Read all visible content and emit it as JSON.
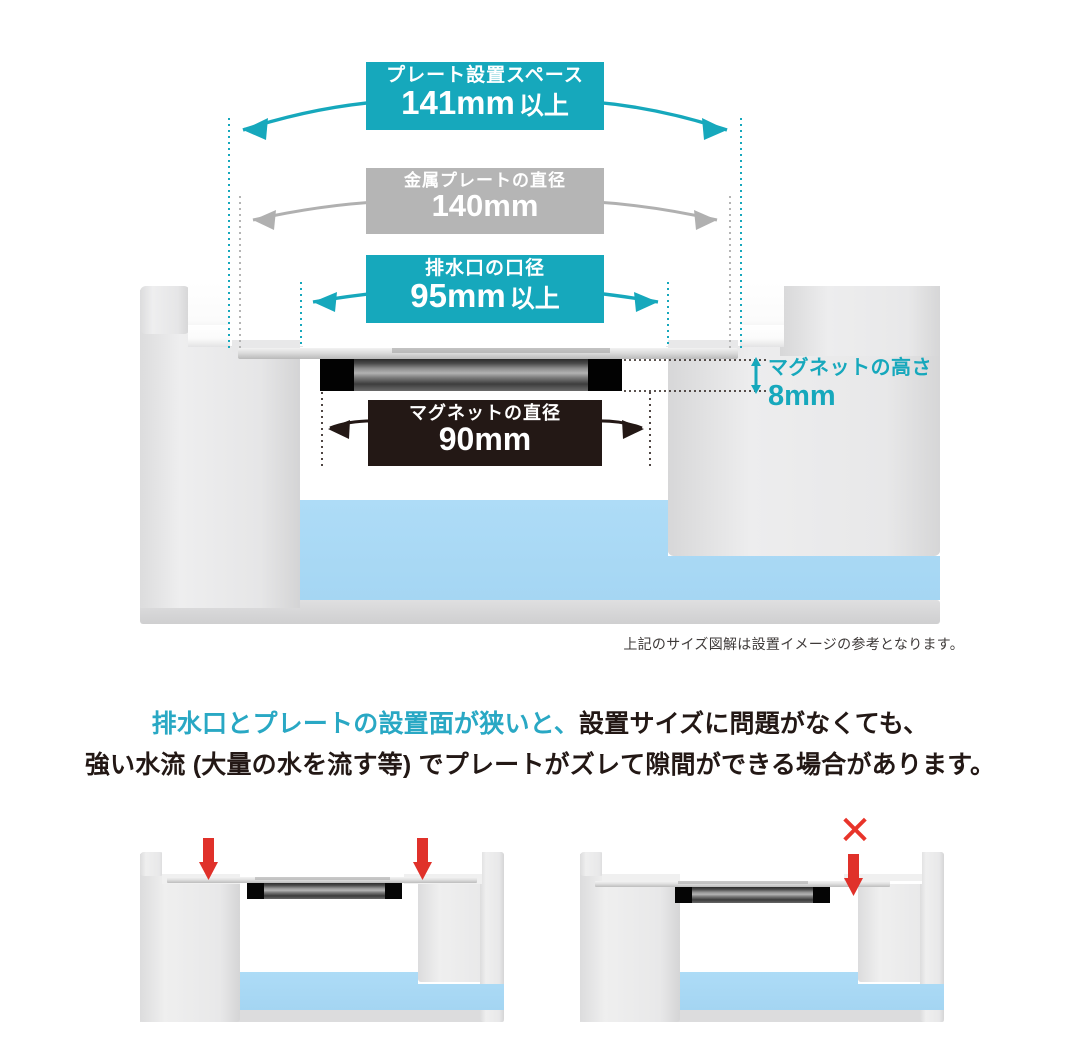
{
  "diagram": {
    "callouts": [
      {
        "id": "plate-space",
        "title": "プレート設置スペース",
        "value": "141mm",
        "suffix": "以上",
        "color": "#16a8bc",
        "style": "teal-box"
      },
      {
        "id": "metal-plate",
        "title": "金属プレートの直径",
        "value": "140mm",
        "suffix": "",
        "color": "#b5b5b5",
        "style": "gray-box"
      },
      {
        "id": "drain-bore",
        "title": "排水口の口径",
        "value": "95mm",
        "suffix": "以上",
        "color": "#16a8bc",
        "style": "teal-box"
      },
      {
        "id": "magnet-diameter",
        "title": "マグネットの直径",
        "value": "90mm",
        "suffix": "",
        "color": "#231815",
        "style": "black-box"
      },
      {
        "id": "magnet-height",
        "title": "マグネットの高さ",
        "value": "8mm",
        "suffix": "",
        "color": "#16a8bc",
        "style": "teal-text"
      }
    ],
    "caption": "上記のサイズ図解は設置イメージの参考となります。"
  },
  "notice": {
    "line1_highlight": "排水口とプレートの設置面が狭いと、",
    "line1_rest": "設置サイズに問題がなくても、",
    "line2": "強い水流 (大量の水を流す等) でプレートがズレて隙間ができる場合があります。",
    "highlight_color": "#29a8c4"
  },
  "bottom_figures": [
    {
      "id": "ok-figure",
      "arrows": 2,
      "x_mark": "",
      "plate_state": "seated"
    },
    {
      "id": "ng-figure",
      "arrows": 1,
      "x_mark": "✕",
      "plate_state": "shifted"
    }
  ],
  "colors": {
    "teal": "#16a8bc",
    "gray": "#b5b5b5",
    "black": "#231815",
    "water": "#abd9f5",
    "red": "#e8342a",
    "basin": "#e9e9ea"
  }
}
